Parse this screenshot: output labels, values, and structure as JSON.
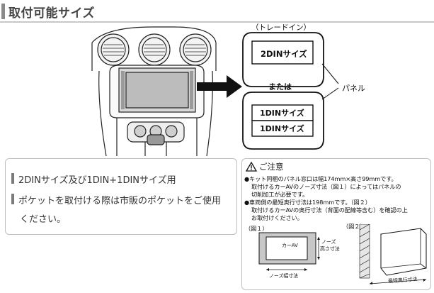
{
  "header": {
    "title": "取付可能サイズ"
  },
  "illustration": {
    "trade_in_label": "（トレードイン）",
    "din2_label": "2DINサイズ",
    "or_label": "または",
    "panel_label": "パネル",
    "din1_top_label": "1DINサイズ",
    "din1_bottom_label": "1DINサイズ"
  },
  "info": {
    "line1": "2DINサイズ及び1DIN+1DINサイズ用",
    "line2": "ポケットを取付ける際は市販のポケットをご使用",
    "line2_cont": "ください。"
  },
  "caution": {
    "title": "ご注意",
    "b1_l1": "●キット同梱のパネル窓口は幅174mm×高さ99mmです。",
    "b1_l2": "取付けるカーAVのノーズ寸法（図１）によってはパネルの",
    "b1_l3": "切削加工が必要です。",
    "b2_l1": "●車両側の最短奥行寸法は198mmです。（図２）",
    "b2_l2": "取付けるカーAVの奥行寸法（背面の配線等含む）を確認の上",
    "b2_l3": "お取付けください。",
    "fig1_label": "（図１）",
    "fig2_label": "（図２）",
    "car_av_label": "カーAV",
    "nose_h_1": "ノーズ",
    "nose_h_2": "高さ寸法",
    "nose_w": "ノーズ幅寸法",
    "min_depth": "最短奥行寸法"
  },
  "colors": {
    "accent_gray": "#8a8a8a",
    "border": "#bfbfbf",
    "arrow": "#111111"
  }
}
